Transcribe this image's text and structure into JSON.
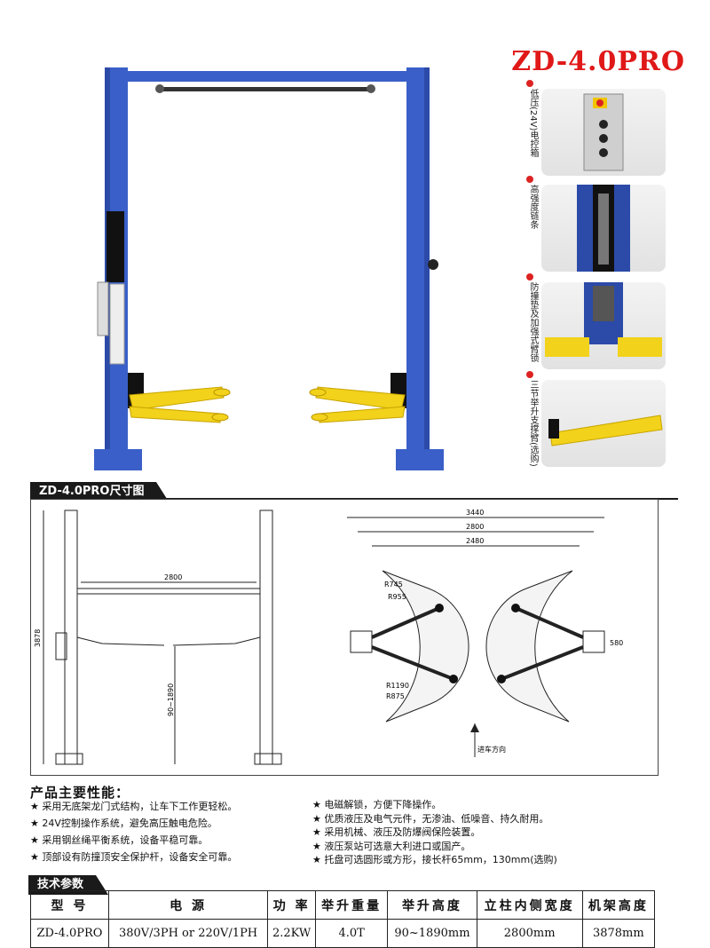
{
  "header": {
    "model_title": "ZD-4.0PRO"
  },
  "features_side": [
    {
      "label": "低压(24V)电控箱",
      "icon": "control-box-image"
    },
    {
      "label": "高强度链条",
      "icon": "chain-image"
    },
    {
      "label": "防撞垫及加强式臂锁",
      "icon": "arm-lock-image"
    },
    {
      "label": "三节举升支撑臂(选购)",
      "icon": "support-arm-image"
    }
  ],
  "dimensions": {
    "title": "ZD-4.0PRO尺寸图",
    "front_width": "2800",
    "front_height": "3878",
    "front_lift": "90~1890",
    "top_widths": [
      "3440",
      "2800",
      "2480"
    ],
    "radii": [
      "R745",
      "R955",
      "R1190",
      "R875"
    ],
    "column_depth": "580",
    "direction_label": "进车方向"
  },
  "features": {
    "title": "产品主要性能：",
    "left": [
      "采用无底架龙门式结构，让车下工作更轻松。",
      "24V控制操作系统，避免高压触电危险。",
      "采用钢丝绳平衡系统，设备平稳可靠。",
      "顶部设有防撞顶安全保护杆，设备安全可靠。"
    ],
    "right": [
      "电磁解锁，方便下降操作。",
      "优质液压及电气元件，无渗油、低噪音、持久耐用。",
      "采用机械、液压及防爆阀保险装置。",
      "液压泵站可选意大利进口或国产。",
      "托盘可选圆形或方形，接长杆65mm，130mm(选购)"
    ]
  },
  "specs": {
    "title": "技术参数",
    "headers": [
      "型 号",
      "电 源",
      "功 率",
      "举升重量",
      "举升高度",
      "立柱内侧宽度",
      "机架高度"
    ],
    "row": [
      "ZD-4.0PRO",
      "380V/3PH or 220V/1PH",
      "2.2KW",
      "4.0T",
      "90~1890mm",
      "2800mm",
      "3878mm"
    ]
  },
  "colors": {
    "lift_blue": "#3a5fc8",
    "arm_yellow": "#f2d21a",
    "title_red": "#e01818"
  }
}
